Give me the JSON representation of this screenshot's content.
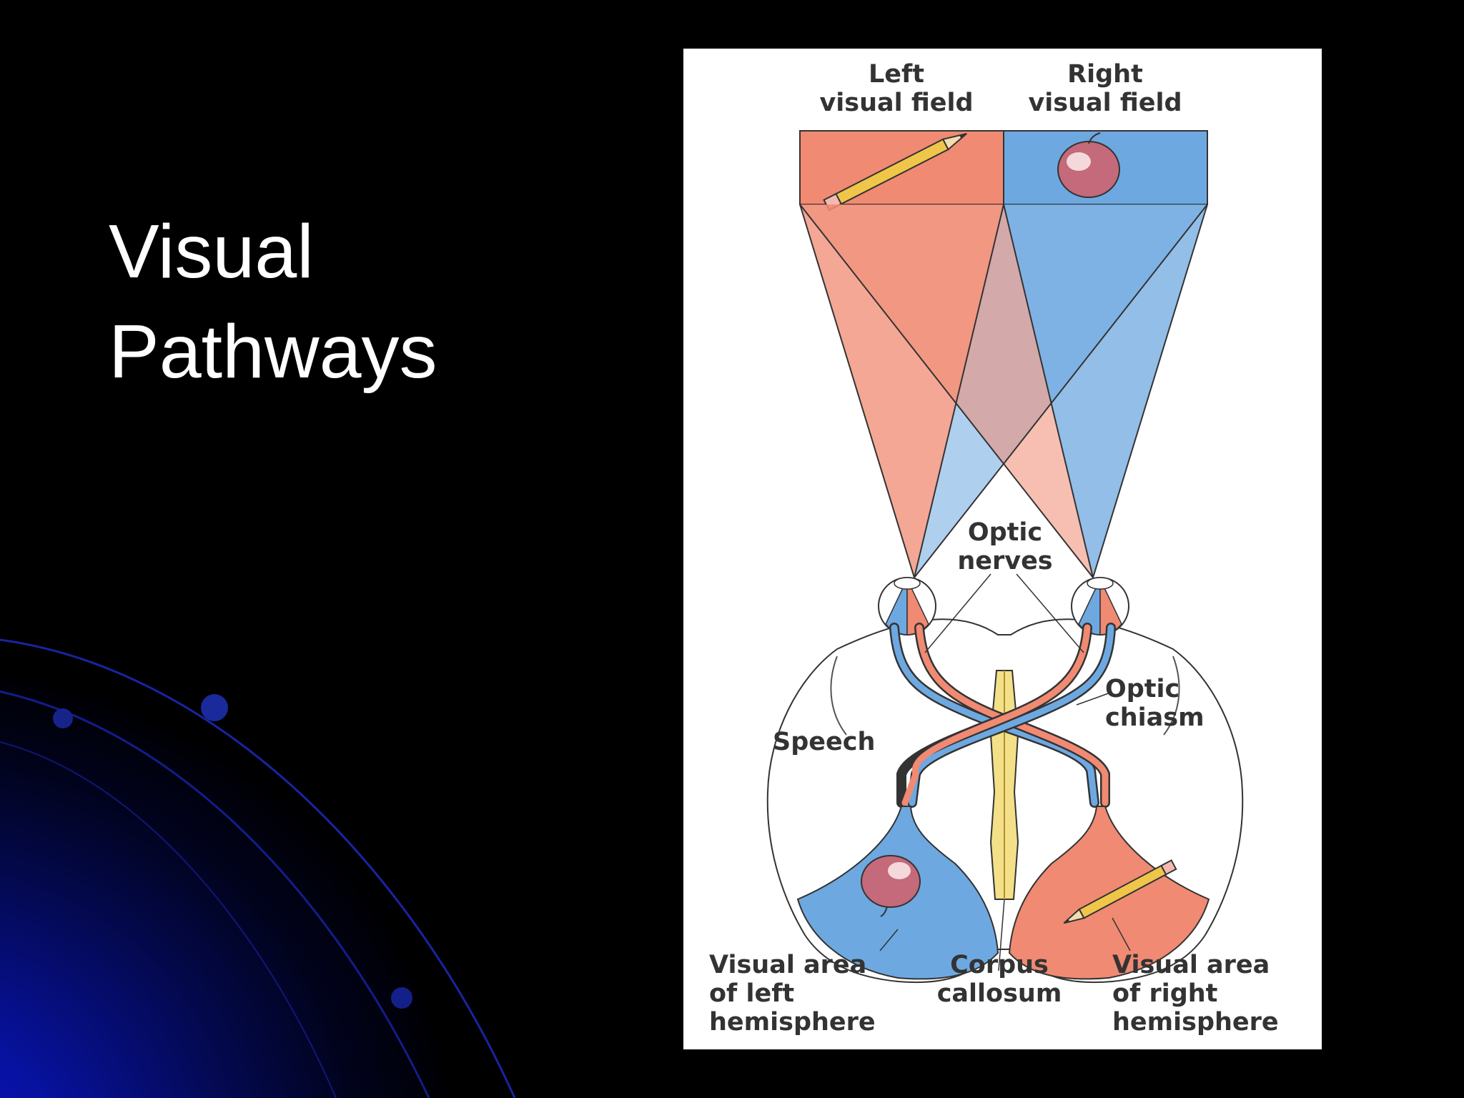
{
  "slide": {
    "title_line1": "Visual",
    "title_line2": "Pathways"
  },
  "figure": {
    "left_field": {
      "line1": "Left",
      "line2": "visual field"
    },
    "right_field": {
      "line1": "Right",
      "line2": "visual field"
    },
    "optic_nerves": {
      "line1": "Optic",
      "line2": "nerves"
    },
    "optic_chiasm": {
      "line1": "Optic",
      "line2": "chiasm"
    },
    "speech": "Speech",
    "visual_area_left": {
      "line1": "Visual area",
      "line2": "of left",
      "line3": "hemisphere"
    },
    "corpus_callosum": {
      "line1": "Corpus",
      "line2": "callosum"
    },
    "visual_area_right": {
      "line1": "Visual area",
      "line2": "of right",
      "line3": "hemisphere"
    }
  },
  "colors": {
    "left_field_red": "#f08a72",
    "right_field_blue": "#6ea8e0",
    "corpus_yellow": "#f3e088",
    "label_gray": "#333333",
    "background_accent_blue": "#0a14c8"
  },
  "icons": {
    "left_field_object": "pencil-icon",
    "right_field_object": "apple-icon"
  }
}
